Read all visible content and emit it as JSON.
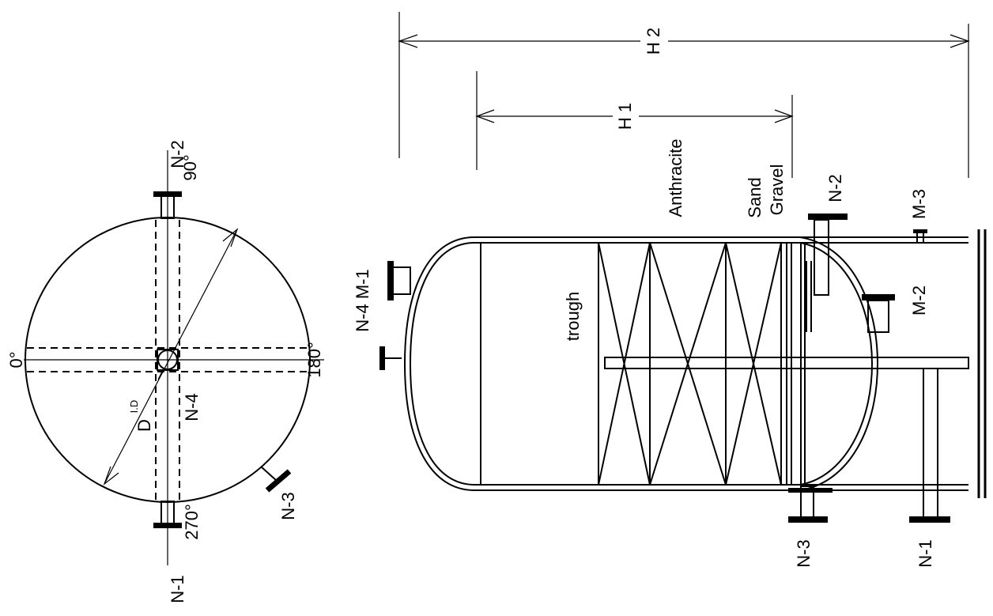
{
  "top_view": {
    "nozzles": {
      "n1": "N-1",
      "n2": "N-2",
      "n3": "N-3",
      "n4": "N-4"
    },
    "angles": {
      "a0": "0°",
      "a90": "90°",
      "a180": "180°",
      "a270": "270°"
    },
    "diameter": {
      "symbol": "D",
      "superscript": "I.D"
    }
  },
  "side_view": {
    "dimensions": {
      "h1": "H 1",
      "h2": "H 2"
    },
    "layers": {
      "anthracite": "Anthracite",
      "sand": "Sand",
      "gravel": "Gravel",
      "trough": "trough"
    },
    "nozzles": {
      "n1": "N-1",
      "n2": "N-2",
      "n3": "N-3",
      "n4m1": "N-4 M-1"
    },
    "manholes": {
      "m2": "M-2",
      "m3": "M-3"
    }
  }
}
